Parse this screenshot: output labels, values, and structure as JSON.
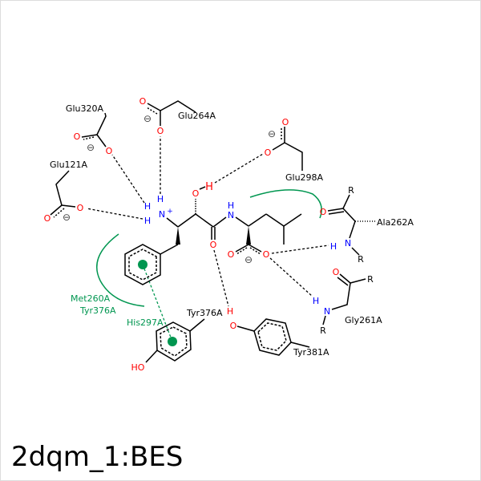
{
  "title": "2dqm_1:BES",
  "symbols": {
    "O": "O",
    "N": "N",
    "H": "H",
    "R": "R",
    "HO": "HO",
    "minus": "⊖",
    "plus": "+"
  },
  "residues": {
    "glu121": "Glu121A",
    "glu320": "Glu320A",
    "glu264": "Glu264A",
    "glu298": "Glu298A",
    "ala262": "Ala262A",
    "gly261": "Gly261A",
    "tyr376": "Tyr376A",
    "tyr381": "Tyr381A"
  },
  "hydrophobic_labels": [
    "Met260A",
    "Tyr376A",
    "His297A"
  ],
  "colors": {
    "oxygen": "#ff0000",
    "nitrogen": "#0000ff",
    "hydrophobic": "#009650",
    "bond": "#000000"
  }
}
